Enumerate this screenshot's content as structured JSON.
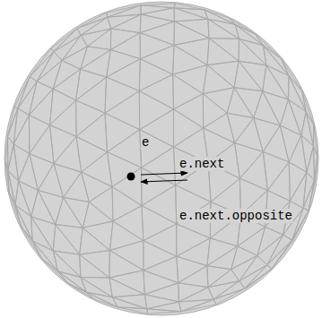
{
  "diagram": {
    "labels": [
      "e",
      "e.next",
      "e.next.opposite"
    ]
  }
}
